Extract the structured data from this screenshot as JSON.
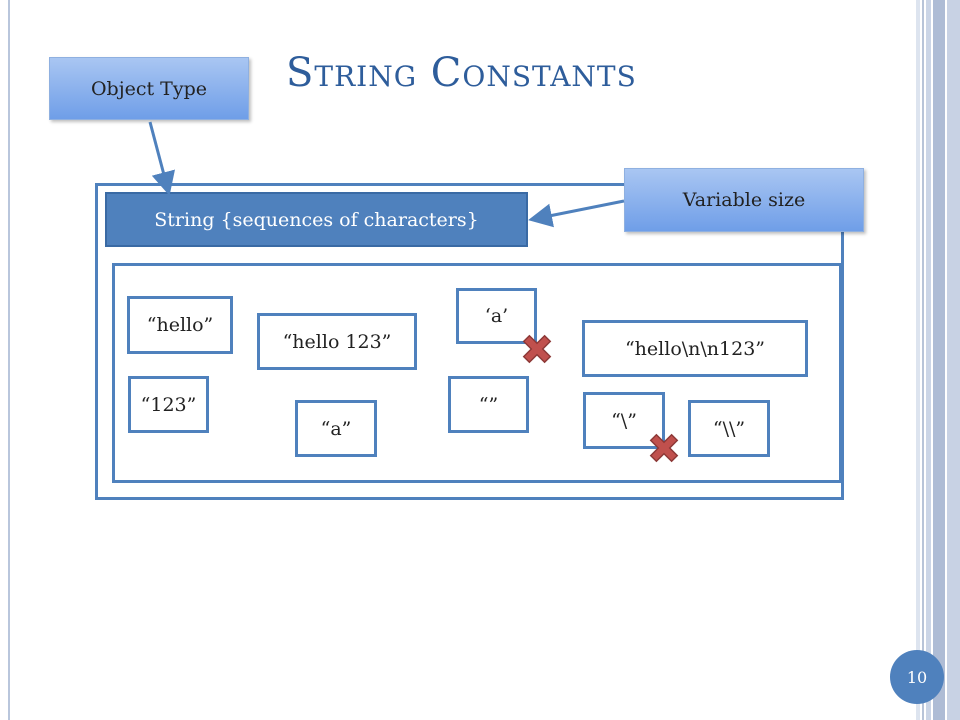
{
  "title": "String Constants",
  "callouts": {
    "object_type": "Object Type",
    "variable_size": "Variable size"
  },
  "header": "String {sequences of characters}",
  "literals": {
    "hello": "“hello”",
    "hello_123": "“hello 123”",
    "char_a": "‘a’",
    "hello_n_n123": "“hello\\n\\n123”",
    "num_123": "“123”",
    "string_a": "“a”",
    "empty": "“”",
    "backslash": "“\\”",
    "double_backslash": "“\\\\”"
  },
  "invalid_markers": [
    "x-icon",
    "x-icon"
  ],
  "slide_number": "10",
  "colors": {
    "accent": "#4f81bd",
    "title": "#2e5d9b",
    "invalid": "#c0504d"
  }
}
